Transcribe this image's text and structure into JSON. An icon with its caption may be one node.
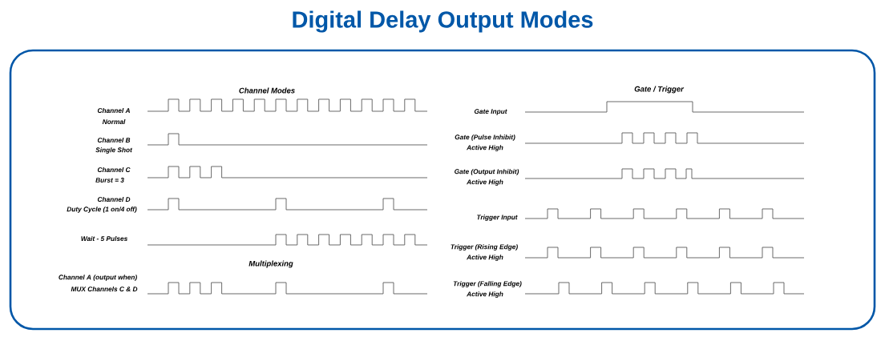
{
  "diagram": {
    "title": "Digital Delay Output Modes",
    "labels": [
      "Channel Modes",
      "Channel A",
      "Normal",
      "Channel B",
      "Single Shot",
      "Channel C",
      "Burst = 3",
      "Channel D",
      "Duty Cycle (1 on/4 off)",
      "Wait - 5 Pulses",
      "Multiplexing",
      "Channel A (output when)",
      "MUX Channels C & D",
      "Gate / Trigger",
      "Gate Input",
      "Gate (Pulse Inhibit)",
      "Active High",
      "Gate (Output Inhibit)",
      "Active High",
      "Trigger Input",
      "Trigger (Rising Edge)",
      "Active High",
      "Trigger (Falling Edge)",
      "Active High"
    ]
  }
}
